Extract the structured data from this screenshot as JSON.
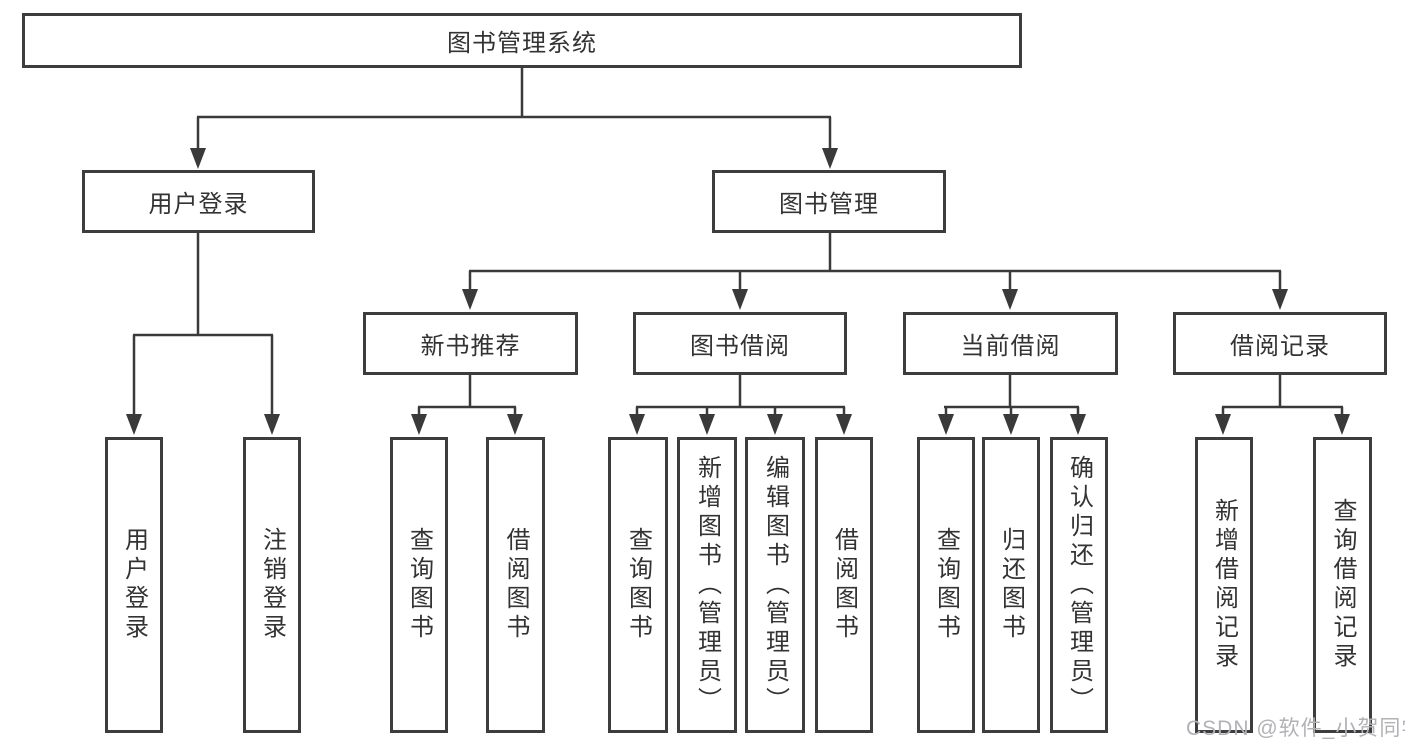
{
  "tree": {
    "label": "图书管理系统",
    "children": [
      {
        "label": "用户登录",
        "children": [
          {
            "label": "用户登录"
          },
          {
            "label": "注销登录"
          }
        ]
      },
      {
        "label": "图书管理",
        "children": [
          {
            "label": "新书推荐",
            "children": [
              {
                "label": "查询图书"
              },
              {
                "label": "借阅图书"
              }
            ]
          },
          {
            "label": "图书借阅",
            "children": [
              {
                "label": "查询图书"
              },
              {
                "label": "新增图书（管理员）"
              },
              {
                "label": "编辑图书（管理员）"
              },
              {
                "label": "借阅图书"
              }
            ]
          },
          {
            "label": "当前借阅",
            "children": [
              {
                "label": "查询图书"
              },
              {
                "label": "归还图书"
              },
              {
                "label": "确认归还（管理员）"
              }
            ]
          },
          {
            "label": "借阅记录",
            "children": [
              {
                "label": "新增借阅记录"
              },
              {
                "label": "查询借阅记录"
              }
            ]
          }
        ]
      }
    ]
  },
  "watermark": "CSDN @软件_小贺同学",
  "colors": {
    "line": "#3a3a3a",
    "box_border": "#3d3d3d",
    "text": "#333333",
    "watermark": "#b2b2b6",
    "background": "#ffffff"
  }
}
